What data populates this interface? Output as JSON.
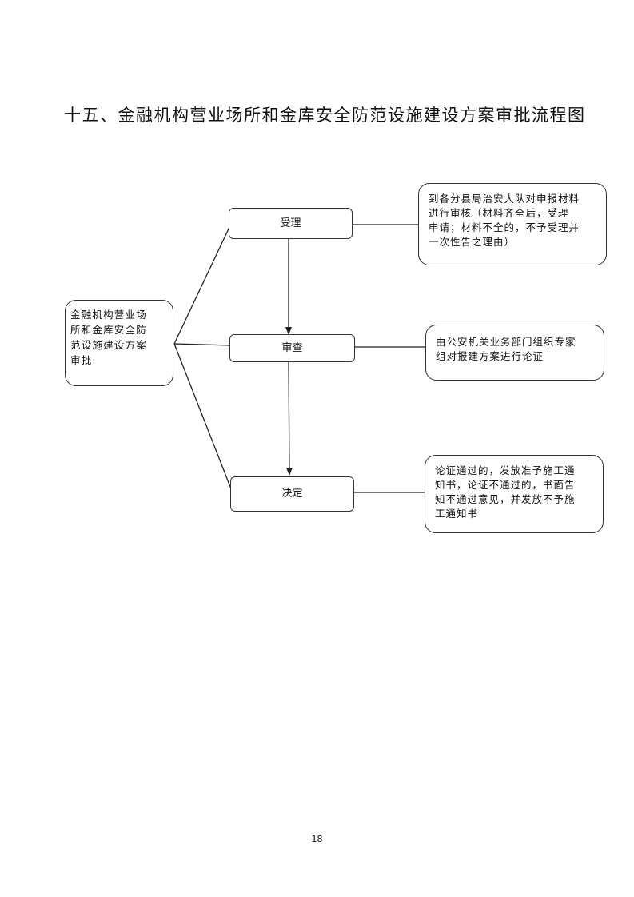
{
  "page": {
    "title": "十五、金融机构营业场所和金库安全防范设施建设方案审批流程图",
    "page_number": "18"
  },
  "flowchart": {
    "start": {
      "lines": [
        "金融机构营业场",
        "所和金库安全防",
        "范设施建设方案",
        "审批"
      ]
    },
    "steps": [
      {
        "label": "受理",
        "note_lines": [
          "到各分县局治安大队对申报材料",
          "进行审核（材料齐全后，受理",
          "申请；材料不全的，不予受理并",
          "一次性告之理由）"
        ]
      },
      {
        "label": "审查",
        "note_lines": [
          "由公安机关业务部门组织专家",
          "组对报建方案进行论证"
        ]
      },
      {
        "label": "决定",
        "note_lines": [
          "论证通过的，发放准予施工通",
          "知书，论证不通过的，书面告",
          "知不通过意见，并发放不予施",
          "工通知书"
        ]
      }
    ]
  },
  "colors": {
    "line": "#222222",
    "border": "#333333"
  }
}
